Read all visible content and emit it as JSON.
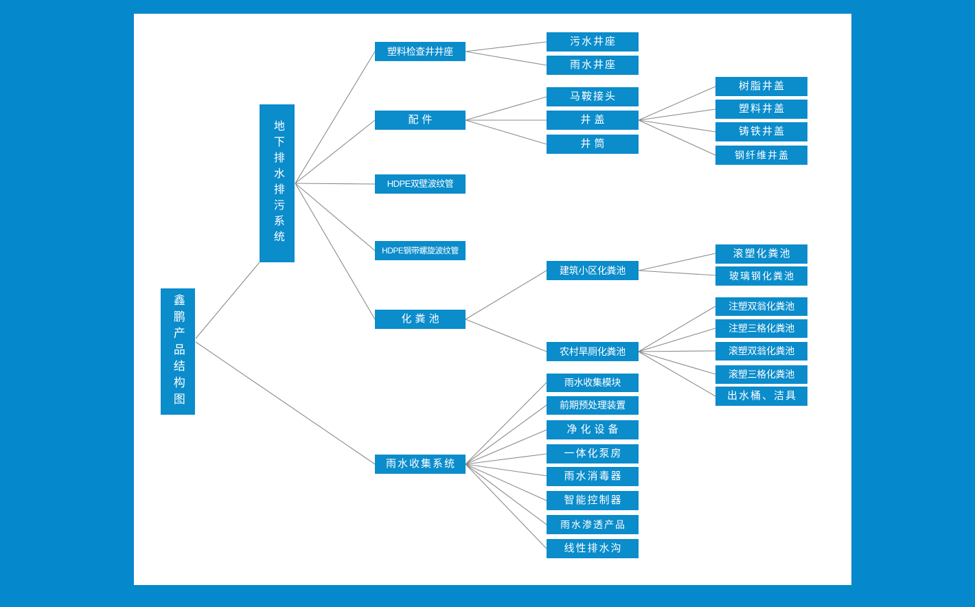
{
  "meta": {
    "title": "鑫鹏产品结构图",
    "frame_color": "#0589CC",
    "canvas_color": "#ffffff",
    "node_color": "#0B8CCB",
    "node_text_color": "#ffffff",
    "edge_color": "#8a8a8a"
  },
  "root": {
    "label": "鑫鹏产品结构图"
  },
  "level1": {
    "drainage": {
      "label": "地下排水排污系统"
    },
    "rainwater": {
      "label": "雨水收集系统"
    }
  },
  "level2": {
    "inspection_well_base": {
      "label": "塑料检查井井座"
    },
    "fittings": {
      "label": "配件"
    },
    "hdpe_double_wall": {
      "label": "HDPE双壁波纹管"
    },
    "hdpe_steel_spiral": {
      "label": "HDPE钢带螺旋波纹管"
    },
    "septic_tank": {
      "label": "化粪池"
    }
  },
  "inspection_well_children": [
    {
      "label": "污水井座"
    },
    {
      "label": "雨水井座"
    }
  ],
  "fittings_children": [
    {
      "label": "马鞍接头"
    },
    {
      "label": "井盖"
    },
    {
      "label": "井筒"
    }
  ],
  "manhole_cover_children": [
    {
      "label": "树脂井盖"
    },
    {
      "label": "塑料井盖"
    },
    {
      "label": "铸铁井盖"
    },
    {
      "label": "钢纤维井盖"
    }
  ],
  "septic_children": [
    {
      "label": "建筑小区化粪池"
    },
    {
      "label": "农村旱厕化粪池"
    }
  ],
  "residential_septic_children": [
    {
      "label": "滚塑化粪池"
    },
    {
      "label": "玻璃钢化粪池"
    }
  ],
  "rural_septic_children": [
    {
      "label": "注塑双翁化粪池"
    },
    {
      "label": "注塑三格化粪池"
    },
    {
      "label": "滚塑双翁化粪池"
    },
    {
      "label": "滚塑三格化粪池"
    },
    {
      "label": "出水桶、洁具"
    }
  ],
  "rainwater_children": [
    {
      "label": "雨水收集模块"
    },
    {
      "label": "前期预处理装置"
    },
    {
      "label": "净化设备"
    },
    {
      "label": "一体化泵房"
    },
    {
      "label": "雨水消毒器"
    },
    {
      "label": "智能控制器"
    },
    {
      "label": "雨水渗透产品"
    },
    {
      "label": "线性排水沟"
    }
  ]
}
